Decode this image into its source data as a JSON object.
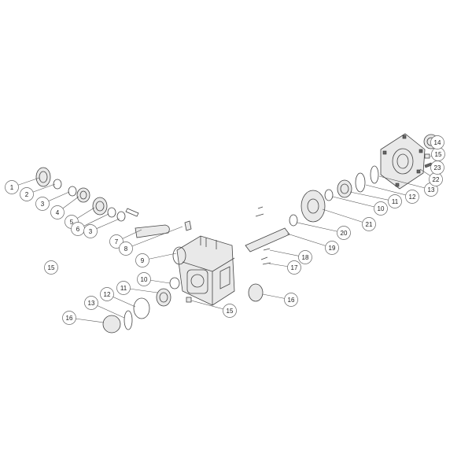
{
  "callouts": [
    {
      "label": "1"
    },
    {
      "label": "2"
    },
    {
      "label": "3"
    },
    {
      "label": "4"
    },
    {
      "label": "5"
    },
    {
      "label": "6"
    },
    {
      "label": "3"
    },
    {
      "label": "7"
    },
    {
      "label": "8"
    },
    {
      "label": "9"
    },
    {
      "label": "15"
    },
    {
      "label": "10"
    },
    {
      "label": "11"
    },
    {
      "label": "12"
    },
    {
      "label": "13"
    },
    {
      "label": "16"
    },
    {
      "label": "15"
    },
    {
      "label": "16"
    },
    {
      "label": "17"
    },
    {
      "label": "18"
    },
    {
      "label": "19"
    },
    {
      "label": "20"
    },
    {
      "label": "21"
    },
    {
      "label": "10"
    },
    {
      "label": "11"
    },
    {
      "label": "12"
    },
    {
      "label": "13"
    },
    {
      "label": "22"
    },
    {
      "label": "23"
    },
    {
      "label": "15"
    },
    {
      "label": "14"
    }
  ]
}
